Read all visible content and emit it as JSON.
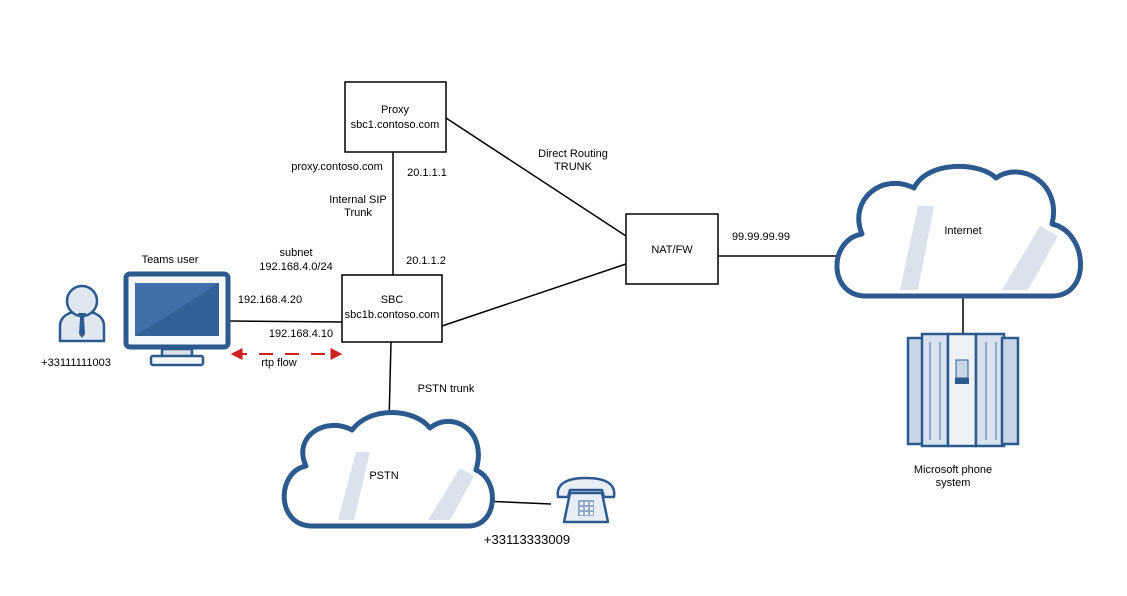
{
  "nodes": {
    "proxy": {
      "line1": "Proxy",
      "line2": "sbc1.contoso.com"
    },
    "sbc": {
      "line1": "SBC",
      "line2": "sbc1b.contoso.com"
    },
    "natfw": {
      "label": "NAT/FW"
    },
    "internet": {
      "label": "Internet"
    },
    "pstn": {
      "label": "PSTN"
    },
    "teams_user": {
      "label": "Teams user",
      "number": "+33111111003"
    },
    "phone": {
      "number": "+33113333009"
    },
    "ms_phone_system": {
      "line1": "Microsoft phone",
      "line2": "system"
    }
  },
  "labels": {
    "proxy_dns": "proxy.contoso.com",
    "proxy_ip": "20.1.1.1",
    "internal_sip_1": "Internal SIP",
    "internal_sip_2": "Trunk",
    "direct_routing_1": "Direct Routing",
    "direct_routing_2": "TRUNK",
    "subnet_1": "subnet",
    "subnet_2": "192.168.4.0/24",
    "sbc_ip": "20.1.1.2",
    "teams_ip": "192.168.4.20",
    "sbc_lan_ip": "192.168.4.10",
    "rtp_flow": "rtp flow",
    "pstn_trunk": "PSTN  trunk",
    "nat_public_ip": "99.99.99.99"
  },
  "colors": {
    "line": "#000000",
    "cloud_stroke": "#2d5a8e",
    "cloud_fill": "#ffffff",
    "cloud_shade": "#c9d6e6",
    "monitor_frame": "#2d5a8e",
    "monitor_screen": "#3f6ea8",
    "rtp_arrow": "#cc2222",
    "person_fill": "#dfe7f1",
    "person_stroke": "#2d5a8e"
  },
  "icons": [
    "person-icon",
    "monitor-icon",
    "cloud-icon",
    "telephone-icon",
    "server-rack-icon"
  ]
}
